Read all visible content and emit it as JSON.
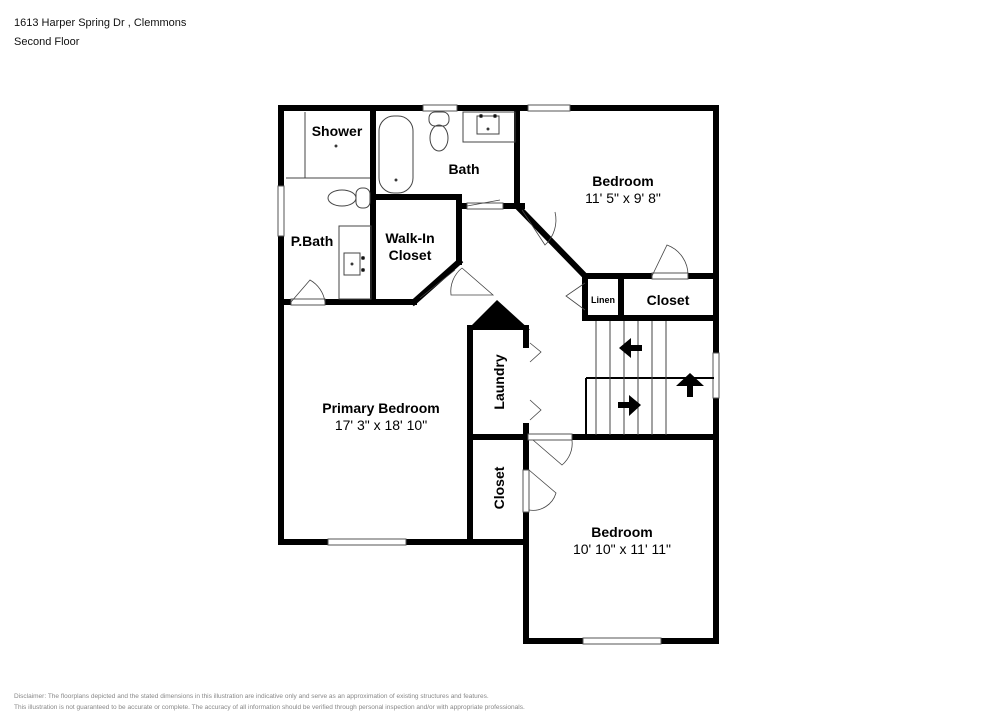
{
  "header": {
    "address": "1613 Harper Spring Dr , Clemmons",
    "floor": "Second Floor"
  },
  "rooms": {
    "shower": {
      "label": "Shower"
    },
    "bath": {
      "label": "Bath"
    },
    "bedroom_ne": {
      "label": "Bedroom",
      "dimensions": "11' 5\" x 9' 8\""
    },
    "pbath": {
      "label": "P.Bath"
    },
    "walkin_closet": {
      "label_line1": "Walk-In",
      "label_line2": "Closet"
    },
    "linen": {
      "label": "Linen"
    },
    "closet_ne": {
      "label": "Closet"
    },
    "laundry": {
      "label": "Laundry"
    },
    "primary_bedroom": {
      "label": "Primary Bedroom",
      "dimensions": "17' 3\" x 18' 10\""
    },
    "closet_s": {
      "label": "Closet"
    },
    "bedroom_se": {
      "label": "Bedroom",
      "dimensions": "10' 10\" x 11' 11\""
    }
  },
  "disclaimer": {
    "line1": "Disclaimer: The floorplans depicted and the stated dimensions in this illustration are indicative only and serve as an approximation of existing structures and features.",
    "line2": "This illustration is not guaranteed to be accurate or complete. The accuracy of all information should be verified through personal inspection and/or with appropriate professionals."
  },
  "colors": {
    "wall": "#000000",
    "fixture": "#555555",
    "window": "#ffffff",
    "background": "#ffffff",
    "disclaimer_text": "#888888"
  }
}
